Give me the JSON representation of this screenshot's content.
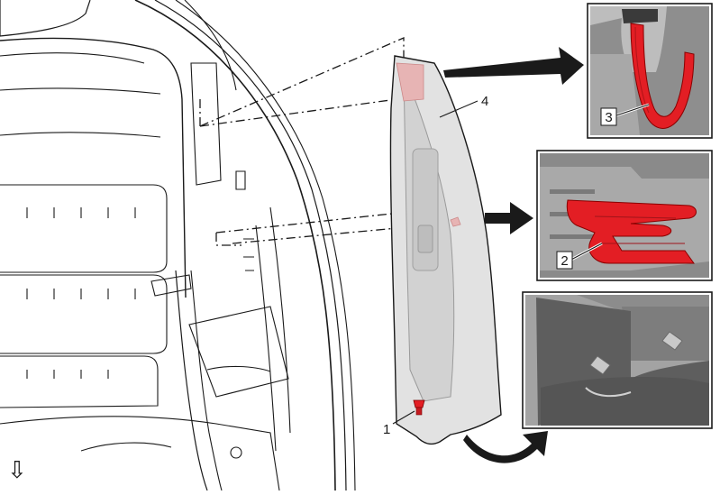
{
  "callouts": {
    "c1": "1",
    "c2": "2",
    "c3": "3",
    "c4": "4"
  },
  "symbols": {
    "view_direction": "⇩"
  },
  "icons": {
    "arrow": "curved-arrow-icon",
    "view": "down-arrow-icon"
  },
  "colors": {
    "clip_red": "#e31e24",
    "panel_grey": "#d9d9d9",
    "inset_bg": "#9a9a9a",
    "line": "#1a1a1a"
  }
}
